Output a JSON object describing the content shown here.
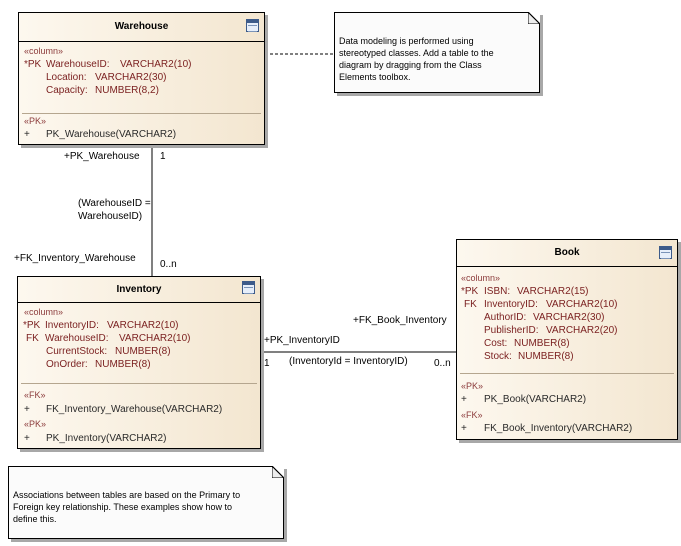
{
  "notes": {
    "top": "Data modeling is performed using\nstereotyped classes. Add a table to the\ndiagram by dragging from the Class\nElements toolbox.",
    "bottom": "Associations between tables are based on the Primary to\nForeign key relationship. These examples show how to\ndefine this."
  },
  "warehouse": {
    "title": "Warehouse",
    "column_stereotype": "«column»",
    "columns": [
      {
        "key": "*PK",
        "name": "WarehouseID:",
        "type": "VARCHAR2(10)"
      },
      {
        "key": "",
        "name": "Location:",
        "type": "VARCHAR2(30)"
      },
      {
        "key": "",
        "name": "Capacity:",
        "type": "NUMBER(8,2)"
      }
    ],
    "pk_stereotype": "«PK»",
    "pk_ops": [
      {
        "sym": "+",
        "text": "PK_Warehouse(VARCHAR2)"
      }
    ]
  },
  "inventory": {
    "title": "Inventory",
    "column_stereotype": "«column»",
    "columns": [
      {
        "key": "*PK",
        "name": "InventoryID:",
        "type": "VARCHAR2(10)"
      },
      {
        "key": "FK",
        "name": "WarehouseID:",
        "type": "VARCHAR2(10)"
      },
      {
        "key": "",
        "name": "CurrentStock:",
        "type": "NUMBER(8)"
      },
      {
        "key": "",
        "name": "OnOrder:",
        "type": "NUMBER(8)"
      }
    ],
    "fk_stereotype": "«FK»",
    "fk_ops": [
      {
        "sym": "+",
        "text": "FK_Inventory_Warehouse(VARCHAR2)"
      }
    ],
    "pk_stereotype": "«PK»",
    "pk_ops": [
      {
        "sym": "+",
        "text": "PK_Inventory(VARCHAR2)"
      }
    ]
  },
  "book": {
    "title": "Book",
    "column_stereotype": "«column»",
    "columns": [
      {
        "key": "*PK",
        "name": "ISBN:",
        "type": "VARCHAR2(15)"
      },
      {
        "key": "FK",
        "name": "InventoryID:",
        "type": "VARCHAR2(10)"
      },
      {
        "key": "",
        "name": "AuthorID:",
        "type": "VARCHAR2(30)"
      },
      {
        "key": "",
        "name": "PublisherID:",
        "type": "VARCHAR2(20)"
      },
      {
        "key": "",
        "name": "Cost:",
        "type": "NUMBER(8)"
      },
      {
        "key": "",
        "name": "Stock:",
        "type": "NUMBER(8)"
      }
    ],
    "pk_stereotype": "«PK»",
    "pk_ops": [
      {
        "sym": "+",
        "text": "PK_Book(VARCHAR2)"
      }
    ],
    "fk_stereotype": "«FK»",
    "fk_ops": [
      {
        "sym": "+",
        "text": "FK_Book_Inventory(VARCHAR2)"
      }
    ]
  },
  "assoc_wh_inv": {
    "source_role": "+PK_Warehouse",
    "source_mult": "1",
    "constraint": "(WarehouseID =\nWarehouseID)",
    "target_role": "+FK_Inventory_Warehouse",
    "target_mult": "0..n"
  },
  "assoc_inv_book": {
    "source_role": "+PK_InventoryID",
    "source_mult": "1",
    "constraint": "(InventoryId = InventoryID)",
    "target_role": "+FK_Book_Inventory",
    "target_mult": "0..n"
  }
}
